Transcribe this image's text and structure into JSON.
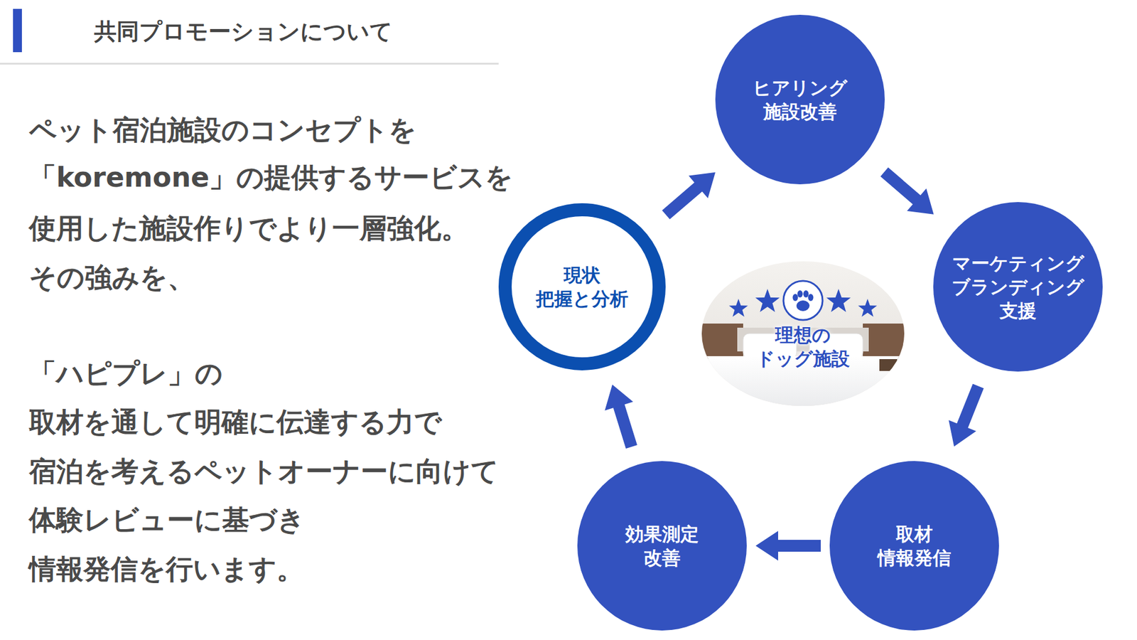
{
  "diagram": {
    "title": "共同プロモーションについて",
    "nodes": [
      {
        "text": [
          "現状 把握と分析"
        ]
      },
      {
        "text": [
          "ヒアリング 施設改善"
        ]
      },
      {
        "text": [
          "マーケティング ブランディング 支援"
        ]
      },
      {
        "text": [
          "取材 情報発信"
        ]
      },
      {
        "text": [
          "効果測定 改善"
        ]
      },
      {
        "text": [
          "理想の ドッグ施設"
        ]
      }
    ],
    "edges": [
      {
        "from": 0,
        "to": 1,
        "arrow": "to"
      },
      {
        "from": 1,
        "to": 2,
        "arrow": "to"
      },
      {
        "from": 2,
        "to": 3,
        "arrow": "to"
      },
      {
        "from": 3,
        "to": 4,
        "arrow": "to"
      },
      {
        "from": 4,
        "to": 0,
        "arrow": "to"
      }
    ],
    "labels": [
      "ペット宿泊施設のコンセプトを",
      "「koremone」の提供するサービスを",
      "使用した施設作りでより一層強化。",
      "その強みを、",
      "「ハピプレ」の",
      "取材を通して明確に伝達する力で",
      "宿泊を考えるペットオーナーに向けて",
      "体験レビューに基づき",
      "情報発信を行います。"
    ]
  }
}
